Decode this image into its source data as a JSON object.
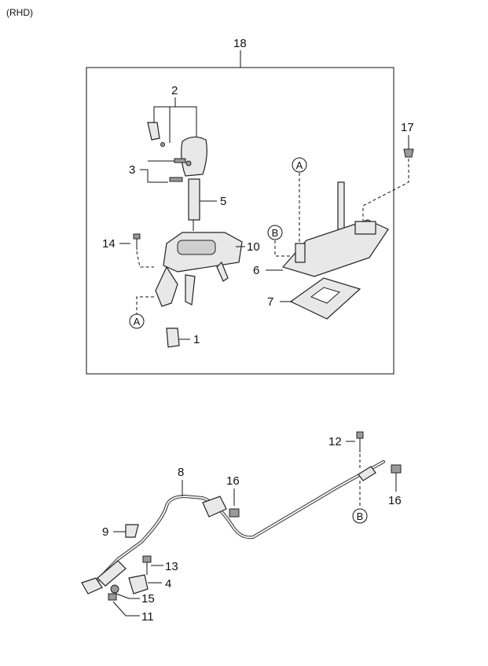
{
  "header": {
    "variant": "(RHD)"
  },
  "callouts": {
    "c18": "18",
    "c2": "2",
    "c17": "17",
    "c3": "3",
    "c5": "5",
    "c14": "14",
    "c10": "10",
    "c6": "6",
    "c7": "7",
    "c1": "1",
    "c12": "12",
    "c8": "8",
    "c16a": "16",
    "c16b": "16",
    "c9": "9",
    "c13": "13",
    "c4": "4",
    "c15": "15",
    "c11": "11"
  },
  "refs": {
    "a1": "A",
    "a2": "A",
    "b1": "B",
    "b2": "B"
  }
}
